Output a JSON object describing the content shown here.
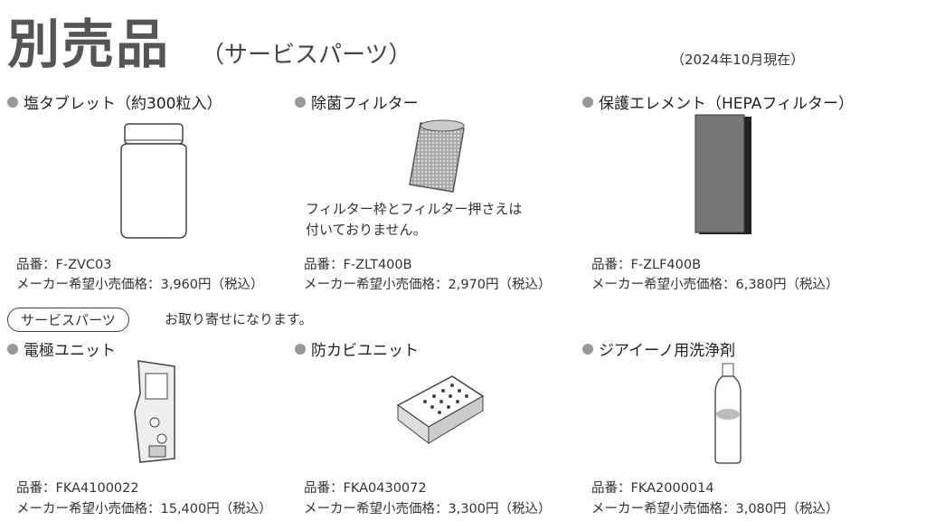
{
  "title": "別売品",
  "subtitle": "（サービスパーツ）",
  "date": "（2024年10月現在）",
  "products": [
    {
      "name": "塩タブレット（約300粒入）",
      "code": "品番：F-ZVC03",
      "price": "メーカー希望小売価格：3,960円（税込）"
    },
    {
      "name": "除菌フィルター",
      "code": "品番：F-ZLT400B",
      "price": "メーカー希望小売価格：2,970円（税込）",
      "note1": "フィルター枠とフィルター押さえは",
      "note2": "付いておりません。"
    },
    {
      "name": "保護エレメント（HEPAフィルター）",
      "code": "品番：F-ZLF400B",
      "price": "メーカー希望小売価格：6,380円（税込）"
    },
    {
      "name": "電極ユニット",
      "code": "品番：FKA4100022",
      "price": "メーカー希望小売価格：15,400円（税込）"
    },
    {
      "name": "防カビユニット",
      "code": "品番：FKA0430072",
      "price": "メーカー希望小売価格：3,300円（税込）"
    },
    {
      "name": "ジアイーノ用洗浄剤",
      "code": "品番：FKA2000014",
      "price": "メーカー希望小売価格：3,080円（税込）"
    }
  ],
  "service": {
    "label": "サービスパーツ",
    "text": "お取り寄せになります。"
  }
}
